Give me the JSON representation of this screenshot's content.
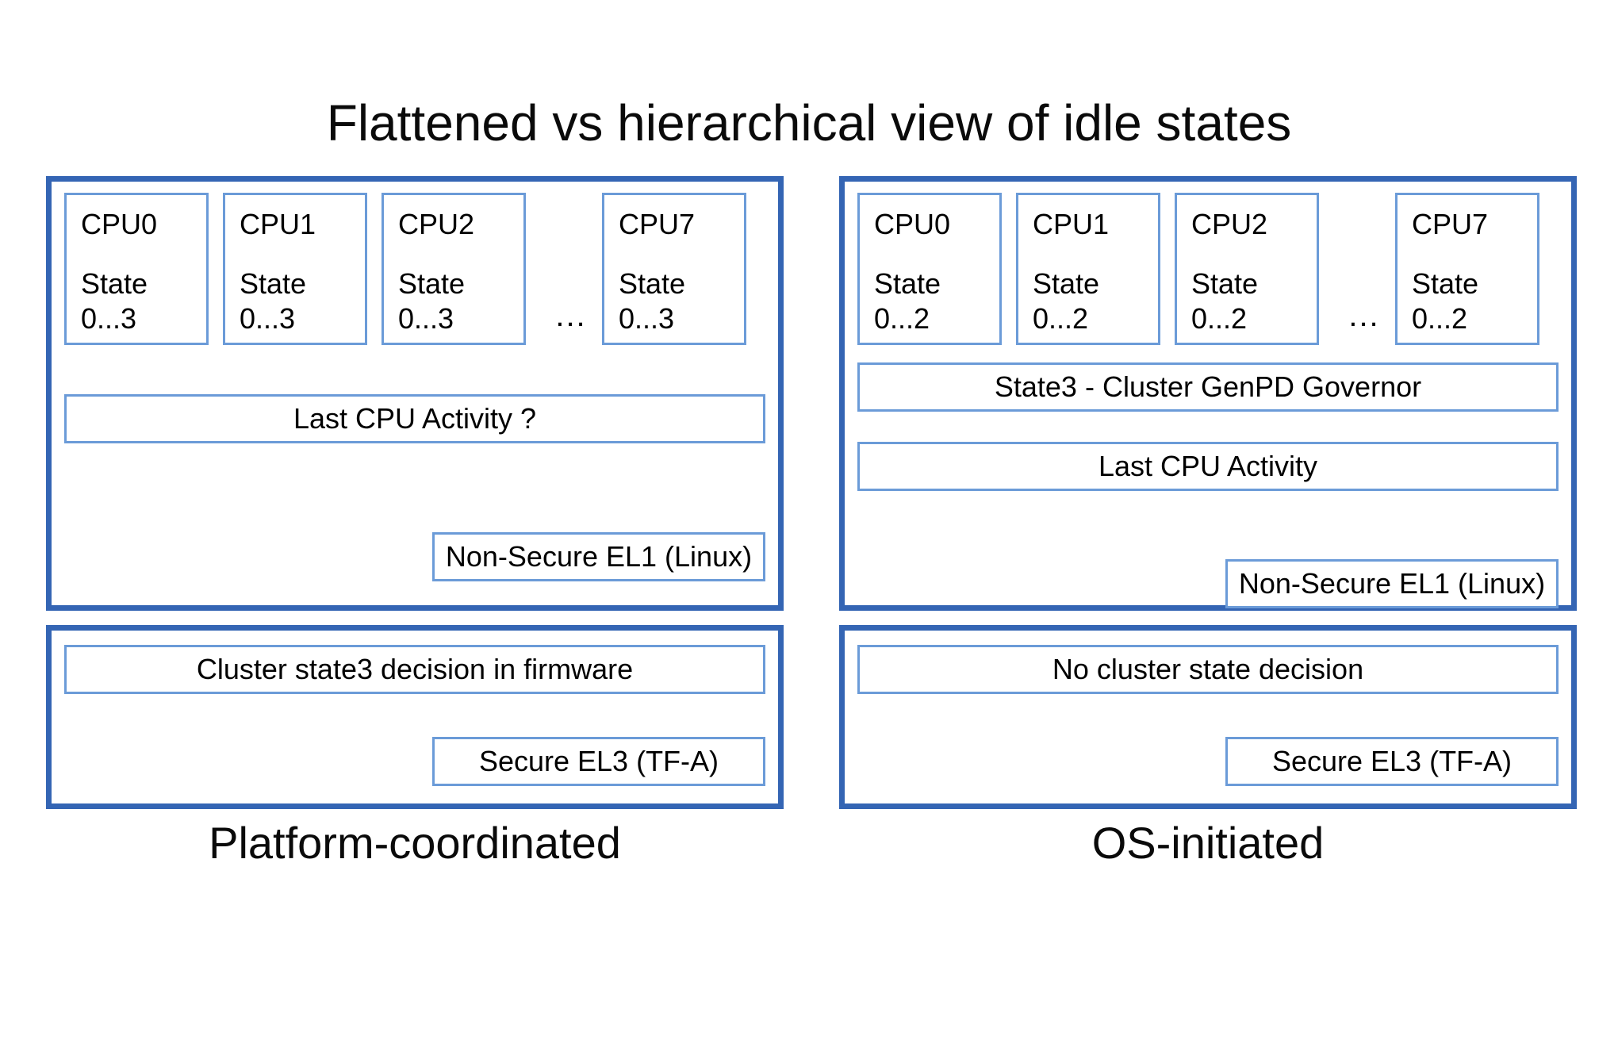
{
  "title": "Flattened vs hierarchical view of idle states",
  "colors": {
    "panel_border": "#3465b4",
    "inner_border": "#6b9bd8",
    "text": "#000000",
    "background": "#ffffff"
  },
  "ellipsis": "...",
  "left": {
    "caption": "Platform-coordinated",
    "os_panel": {
      "cpus": [
        {
          "name": "CPU0",
          "state_label": "State",
          "state_range": "0...3"
        },
        {
          "name": "CPU1",
          "state_label": "State",
          "state_range": "0...3"
        },
        {
          "name": "CPU2",
          "state_label": "State",
          "state_range": "0...3"
        },
        {
          "name": "CPU7",
          "state_label": "State",
          "state_range": "0...3"
        }
      ],
      "last_cpu_activity": "Last CPU Activity ?",
      "exception_level": "Non-Secure EL1 (Linux)"
    },
    "fw_panel": {
      "decision": "Cluster state3 decision in firmware",
      "exception_level": "Secure EL3 (TF-A)"
    }
  },
  "right": {
    "caption": "OS-initiated",
    "os_panel": {
      "cpus": [
        {
          "name": "CPU0",
          "state_label": "State",
          "state_range": "0...2"
        },
        {
          "name": "CPU1",
          "state_label": "State",
          "state_range": "0...2"
        },
        {
          "name": "CPU2",
          "state_label": "State",
          "state_range": "0...2"
        },
        {
          "name": "CPU7",
          "state_label": "State",
          "state_range": "0...2"
        }
      ],
      "cluster_governor": "State3 - Cluster GenPD Governor",
      "last_cpu_activity": "Last CPU Activity",
      "exception_level": "Non-Secure EL1 (Linux)"
    },
    "fw_panel": {
      "decision": "No cluster state decision",
      "exception_level": "Secure EL3 (TF-A)"
    }
  }
}
